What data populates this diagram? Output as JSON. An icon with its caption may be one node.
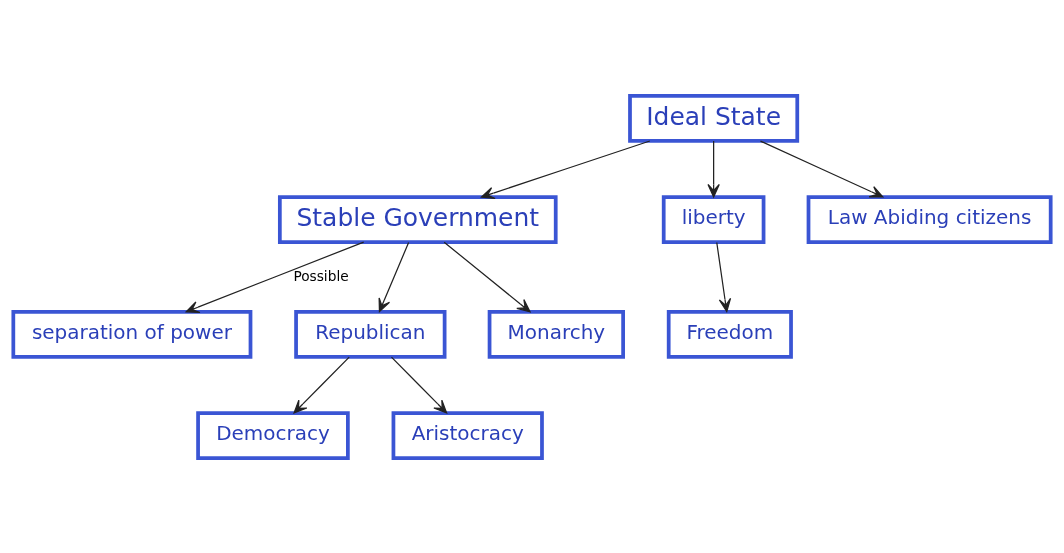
{
  "diagram": {
    "nodes": [
      {
        "text": [
          "separation of power"
        ]
      },
      {
        "text": [
          "Ideal State"
        ]
      },
      {
        "text": [
          "Stable Government"
        ]
      },
      {
        "text": [
          "liberty"
        ]
      },
      {
        "text": [
          "Law Abiding citizens"
        ]
      },
      {
        "text": [
          "Republican"
        ]
      },
      {
        "text": [
          "Monarchy"
        ]
      },
      {
        "text": [
          "Freedom"
        ]
      },
      {
        "text": [
          "Democracy"
        ]
      },
      {
        "text": [
          "Aristocracy"
        ]
      }
    ],
    "edges": [
      {
        "from": 1,
        "to": 2,
        "arrow": "to"
      },
      {
        "from": 1,
        "to": 3,
        "arrow": "to"
      },
      {
        "from": 1,
        "to": 4,
        "arrow": "to"
      },
      {
        "from": 2,
        "to": 0,
        "arrow": "to",
        "label": "Possible"
      },
      {
        "from": 2,
        "to": 5,
        "arrow": "to"
      },
      {
        "from": 2,
        "to": 6,
        "arrow": "to"
      },
      {
        "from": 3,
        "to": 7,
        "arrow": "to"
      },
      {
        "from": 5,
        "to": 8,
        "arrow": "to"
      },
      {
        "from": 5,
        "to": 9,
        "arrow": "to"
      }
    ]
  }
}
